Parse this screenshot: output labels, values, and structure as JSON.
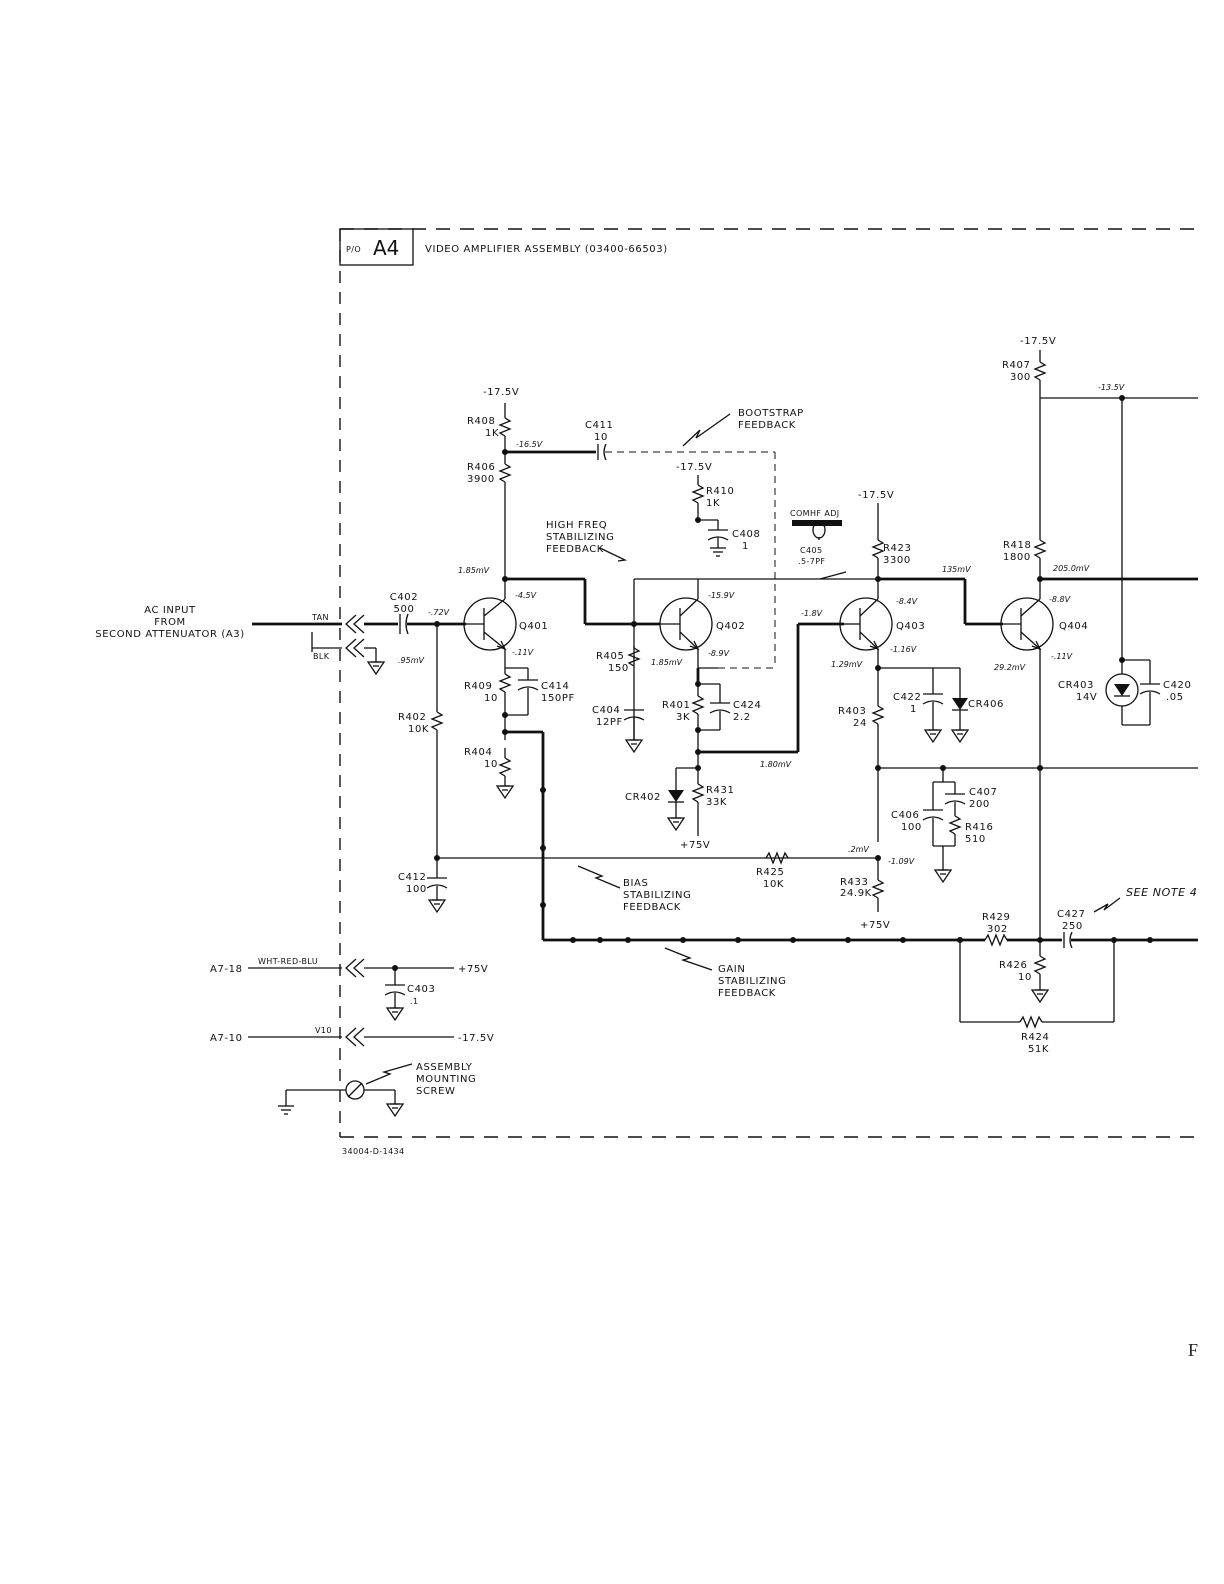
{
  "header": {
    "board_prefix": "P/O",
    "board_id": "A4",
    "title": "VIDEO AMPLIFIER ASSEMBLY (03400-66503)"
  },
  "input": {
    "line1": "AC INPUT",
    "line2": "FROM",
    "line3": "SECOND ATTENUATOR (A3)",
    "wire_tan": "TAN",
    "wire_blk": "BLK"
  },
  "transistors": [
    {
      "id": "Q401",
      "emitter_v": "-.11V",
      "collector_v": "-4.5V",
      "base_v": "-.72V"
    },
    {
      "id": "Q402",
      "collector_v": "-15.9V",
      "emitter_v": "-8.9V"
    },
    {
      "id": "Q403",
      "collector_v": "-8.4V",
      "base_v": "-1.8V",
      "emitter_v": "-1.16V"
    },
    {
      "id": "Q404",
      "collector_v": "-8.8V",
      "emitter_v": "-.11V"
    }
  ],
  "components": [
    {
      "ref": "C402",
      "value": "500"
    },
    {
      "ref": "R408",
      "value": "1K"
    },
    {
      "ref": "R406",
      "value": "3900"
    },
    {
      "ref": "C411",
      "value": "10"
    },
    {
      "ref": "R410",
      "value": "1K"
    },
    {
      "ref": "C408",
      "value": "1"
    },
    {
      "ref": "R409",
      "value": "10"
    },
    {
      "ref": "C414",
      "value": "150PF"
    },
    {
      "ref": "R402",
      "value": "10K"
    },
    {
      "ref": "R404",
      "value": "10"
    },
    {
      "ref": "R405",
      "value": "150"
    },
    {
      "ref": "C404",
      "value": "12PF"
    },
    {
      "ref": "R401",
      "value": "3K"
    },
    {
      "ref": "C424",
      "value": "2.2"
    },
    {
      "ref": "CR402",
      "value": ""
    },
    {
      "ref": "R431",
      "value": "33K"
    },
    {
      "ref": "C412",
      "value": "100"
    },
    {
      "ref": "R425",
      "value": "10K"
    },
    {
      "ref": "R423",
      "value": "3300"
    },
    {
      "ref": "C405",
      "value": ".5-7PF"
    },
    {
      "ref": "C422",
      "value": "1"
    },
    {
      "ref": "CR406",
      "value": ""
    },
    {
      "ref": "R403",
      "value": "24"
    },
    {
      "ref": "C407",
      "value": "200"
    },
    {
      "ref": "C406",
      "value": "100"
    },
    {
      "ref": "R416",
      "value": "510"
    },
    {
      "ref": "R433",
      "value": "24.9K"
    },
    {
      "ref": "R407",
      "value": "300"
    },
    {
      "ref": "R418",
      "value": "1800"
    },
    {
      "ref": "CR403",
      "value": "14V"
    },
    {
      "ref": "C420",
      "value": ".05"
    },
    {
      "ref": "R429",
      "value": "302"
    },
    {
      "ref": "C427",
      "value": "250"
    },
    {
      "ref": "R426",
      "value": "10"
    },
    {
      "ref": "R424",
      "value": "51K"
    },
    {
      "ref": "C403",
      "value": ".1"
    }
  ],
  "voltages": {
    "v_m175_1": "-17.5V",
    "v_m175_2": "-17.5V",
    "v_m175_3": "-17.5V",
    "v_m175_4": "-17.5V",
    "v_m165": "-16.5V",
    "v_m135": "-13.5V",
    "v_m109": "-1.09V",
    "v_p75_1": "+75V",
    "v_p75_2": "+75V"
  },
  "signal_levels": {
    "s1": "1.85mV",
    "s2": ".95mV",
    "s3": "1.85mV",
    "s4": "1.80mV",
    "s5": "1.29mV",
    "s6": "135mV",
    "s7": "205.0mV",
    "s8": "29.2mV",
    "s9": ".2mV"
  },
  "annotations": {
    "bootstrap": "BOOTSTRAP",
    "bootstrap2": "FEEDBACK",
    "hf1": "HIGH FREQ",
    "hf2": "STABILIZING",
    "hf3": "FEEDBACK",
    "bias1": "BIAS",
    "bias2": "STABILIZING",
    "bias3": "FEEDBACK",
    "gain1": "GAIN",
    "gain2": "STABILIZING",
    "gain3": "FEEDBACK",
    "cmhf": "COMHF ADJ",
    "see_note": "SEE NOTE 4",
    "mount1": "ASSEMBLY",
    "mount2": "MOUNTING",
    "mount3": "SCREW"
  },
  "connectors": {
    "a718": "A7-18",
    "a718_wire": "WHT-RED-BLU",
    "a718_supply": "+75V",
    "a710": "A7-10",
    "a710_wire": "V10",
    "a710_supply": "-17.5V"
  },
  "footer": {
    "drawing_number": "34004-D-1434",
    "page_letter": "F"
  }
}
